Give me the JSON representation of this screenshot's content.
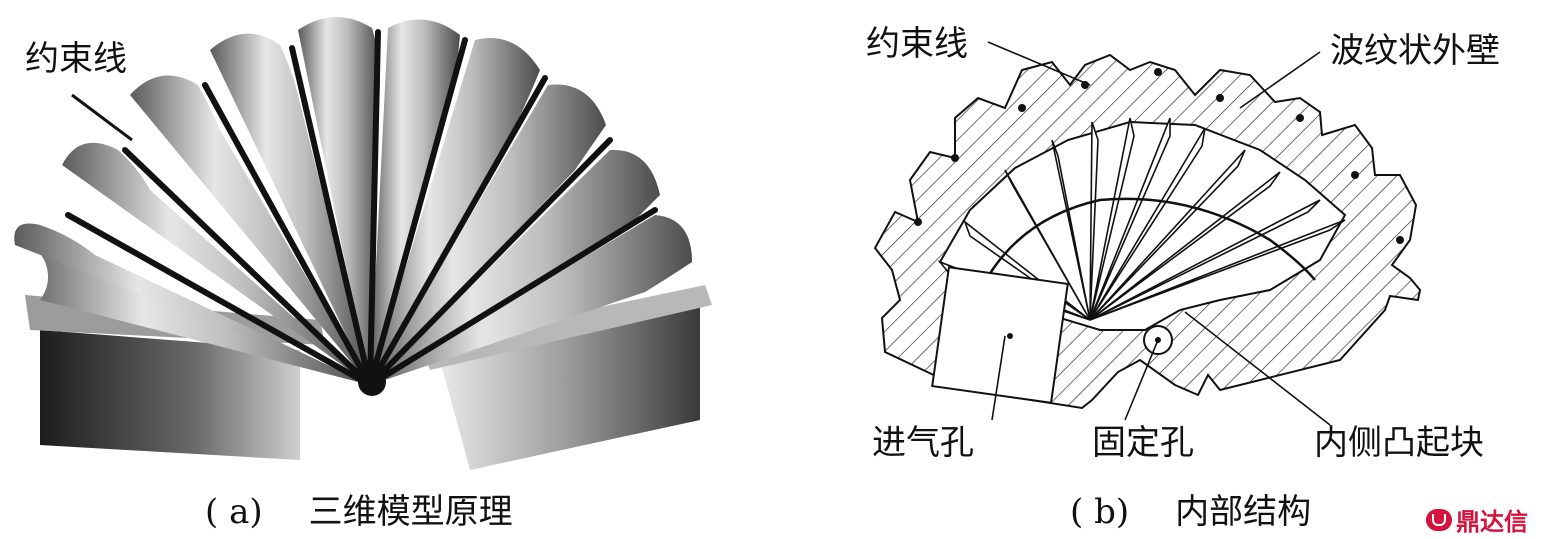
{
  "panel_a": {
    "label_constraint": "约束线",
    "caption_tag": "( a)",
    "caption_text": "三维模型原理"
  },
  "panel_b": {
    "label_constraint": "约束线",
    "label_outer_wall": "波纹状外壁",
    "label_inlet": "进气孔",
    "label_fixing_hole": "固定孔",
    "label_inner_bump": "内侧凸起块",
    "caption_tag": "( b)",
    "caption_text": "内部结构"
  },
  "watermark": {
    "text": "鼎达信",
    "color": "#d4143c"
  }
}
